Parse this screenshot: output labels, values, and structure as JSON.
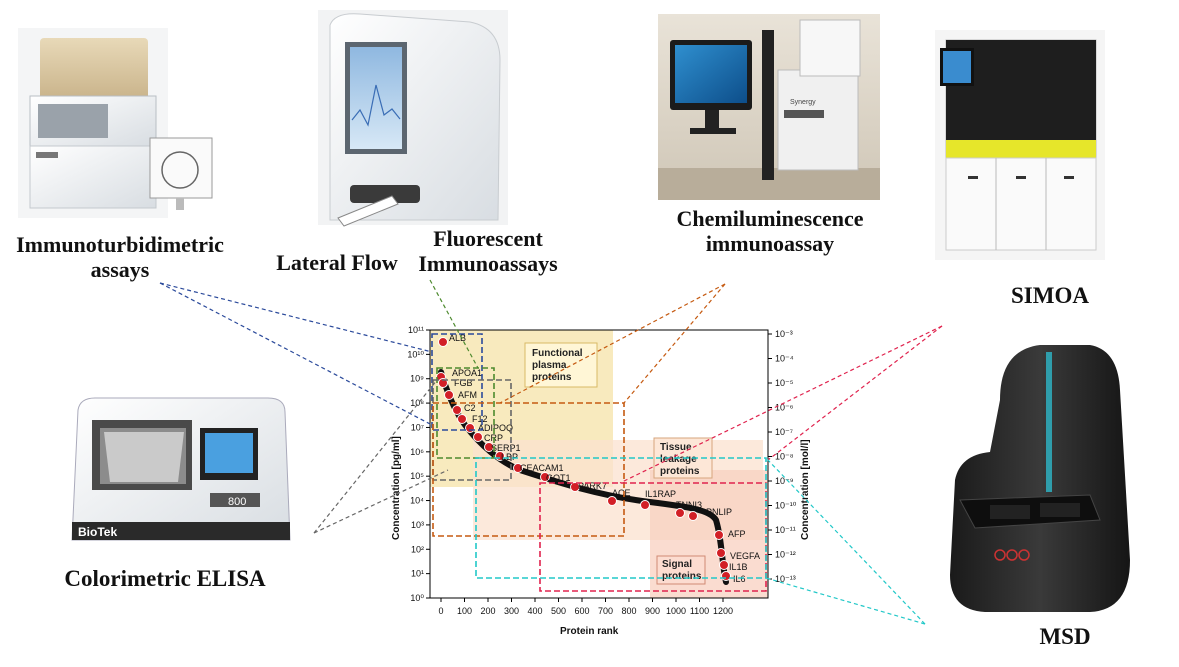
{
  "captions": {
    "immunoturbidimetric": "Immunoturbidimetric assays",
    "lateral_flow": "Lateral Flow",
    "fluorescent": "Fluorescent Immunoassays",
    "chemiluminescence": "Chemiluminescence immunoassay",
    "simoa": "SIMOA",
    "elisa": "Colorimetric ELISA",
    "msd": "MSD"
  },
  "device_text": {
    "biotek_brand": "BioTek",
    "biotek_model": "800"
  },
  "plot": {
    "x_label": "Protein rank",
    "y_left_label": "Concentration [pg/ml]",
    "y_right_label": "Concentration [mol/l]",
    "x_ticks": [
      "0",
      "100",
      "200",
      "300",
      "400",
      "500",
      "600",
      "700",
      "800",
      "900",
      "1000",
      "1100",
      "1200"
    ],
    "y_left_ticks": [
      "10⁰",
      "10¹",
      "10²",
      "10³",
      "10⁴",
      "10⁵",
      "10⁶",
      "10⁷",
      "10⁸",
      "10⁹",
      "10¹⁰",
      "10¹¹"
    ],
    "y_right_ticks": [
      "10⁻¹³",
      "10⁻¹²",
      "10⁻¹¹",
      "10⁻¹⁰",
      "10⁻⁹",
      "10⁻⁸",
      "10⁻⁷",
      "10⁻⁶",
      "10⁻⁵",
      "10⁻⁴",
      "10⁻³"
    ],
    "regions": {
      "functional": "Functional plasma proteins",
      "tissue": "Tissue leakage proteins",
      "signal": "Signal proteins"
    },
    "protein_labels": [
      "ALB",
      "APOA1",
      "FGB",
      "AFM",
      "C2",
      "F12",
      "ADIPOQ",
      "CRP",
      "SERP1",
      "LBP",
      "CEACAM1",
      "GOT1",
      "PARK7",
      "ACE",
      "IL1RAP",
      "TNNI3",
      "PNLIP",
      "AFP",
      "VEGFA",
      "IL1B",
      "IL6"
    ]
  },
  "colors": {
    "immunoturbidimetric": "#2b4a9b",
    "lateral_flow": "#4d8a2e",
    "colorimetric": "#666666",
    "fluorescent": "#e46c0a",
    "chemiluminescence": "#c0504d",
    "simoa": "#e0234e",
    "msd": "#22c8c8"
  }
}
